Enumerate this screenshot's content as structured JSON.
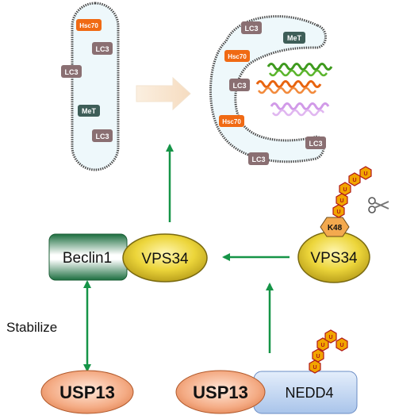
{
  "diagram": {
    "left_membrane": {
      "labels": {
        "hsc70": "Hsc70",
        "lc3_top": "LC3",
        "lc3_left": "LC3",
        "met": "MeT",
        "lc3_bottom": "LC3"
      }
    },
    "right_membrane": {
      "labels": {
        "lc3_top": "LC3",
        "met": "MeT",
        "hsc70": "Hsc70",
        "lc3_middle": "LC3",
        "hsc70_lower": "Hsc70",
        "lc3_right": "LC3",
        "lc3_bottom": "LC3"
      }
    },
    "complex_left": {
      "beclin": "Beclin1",
      "vps34": "VPS34"
    },
    "complex_right": {
      "vps34": "VPS34",
      "k48": "K48"
    },
    "stabilize_label": "Stabilize",
    "usp13_left": "USP13",
    "usp13_right": "USP13",
    "nedd4": "NEDD4",
    "ubiquitin_letter": "U",
    "colors": {
      "arrow_green": "#159447",
      "hsc70_orange": "#f06a14",
      "lc3_tag": "#8a6f72",
      "met_tag": "#3e5e58",
      "membrane_fill": "#eef8fb",
      "ubiquitin": "#f2a500",
      "usp13_orange": "#f0a27a",
      "vps34_yellow": "#e7d034",
      "nedd4_blue": "#c7daf3"
    }
  }
}
